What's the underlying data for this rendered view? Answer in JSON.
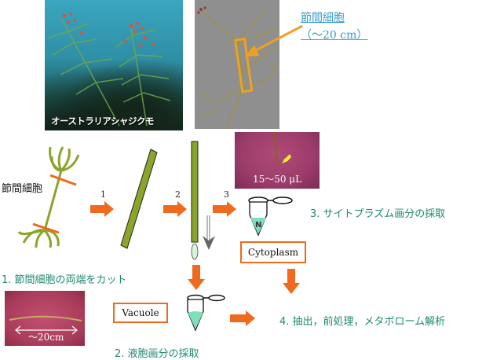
{
  "photos": {
    "plant_photo_caption": "オーストラリアシャジクモ",
    "cytoplasm_photo_caption": "15～50 μL",
    "cell_photo_caption": "～20cm"
  },
  "callout": {
    "line1": "節間細胞",
    "line2": "（～20 cm）"
  },
  "diagram": {
    "cell_label": "節間細胞",
    "arrow_labels": [
      "1",
      "2",
      "3"
    ]
  },
  "steps": {
    "step1": "1. 節間細胞の両端をカット",
    "step2": "2. 液胞画分の採取",
    "step3": "3. サイトプラズム画分の採取",
    "step4": "4. 抽出，前処理，メタボローム解析"
  },
  "boxes": {
    "cytoplasm": "Cytoplasm",
    "vacuole": "Vacuole"
  },
  "colors": {
    "arrow_orange": "#f06a1e",
    "stem_green": "#8aa52a",
    "text_teal": "#1f8a70",
    "link_blue": "#3a9bd0",
    "callout_orange": "#f0a020",
    "liquid_green": "#7ee0b8"
  }
}
